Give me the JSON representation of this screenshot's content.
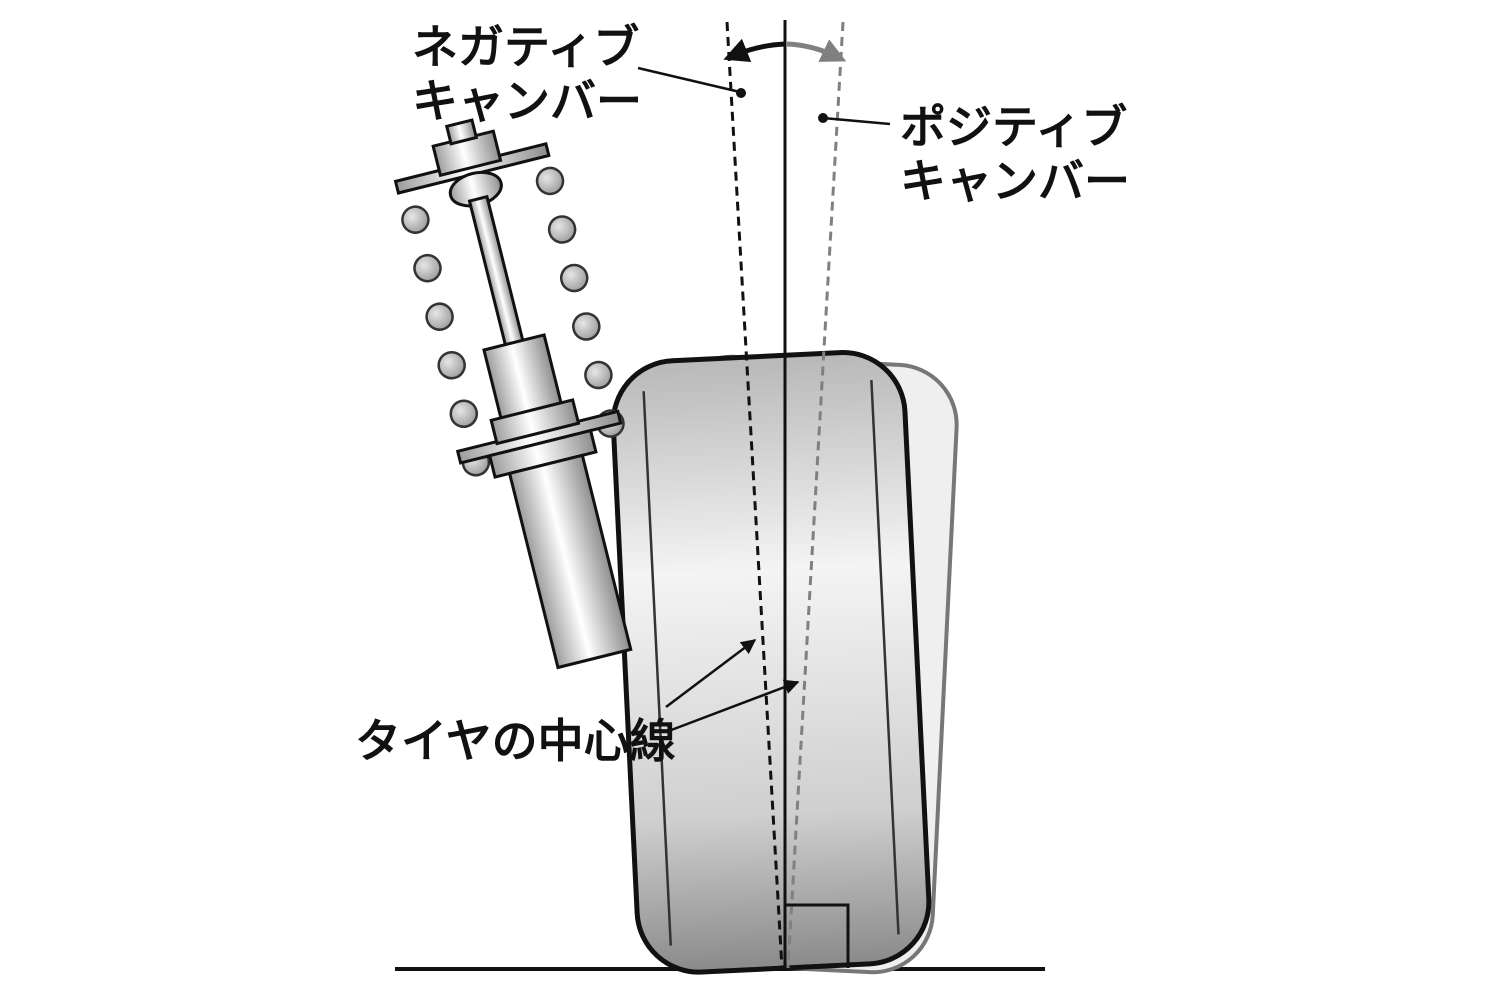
{
  "labels": {
    "negative_camber": {
      "line1": "ネガティブ",
      "line2": "キャンバー"
    },
    "positive_camber": {
      "line1": "ポジティブ",
      "line2": "キャンバー"
    },
    "tire_centerline": "タイヤの中心線"
  },
  "colors": {
    "negative": "#111111",
    "positive": "#808080",
    "outline": "#111111"
  },
  "icons": [
    "double-arrow-icon"
  ]
}
